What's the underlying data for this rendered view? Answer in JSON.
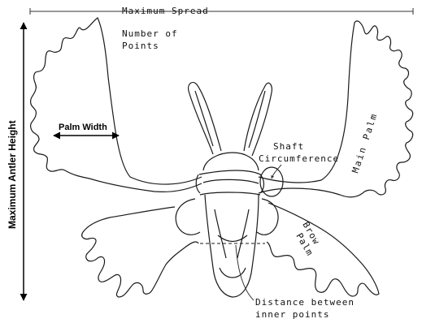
{
  "labels": {
    "maximum_spread": "Maximum Spread",
    "maximum_antler_height": "Maximum Antler Height",
    "number_of_points_line1": "Number of",
    "number_of_points_line2": "Points",
    "palm_width": "Palm Width",
    "shaft_line1": "Shaft",
    "shaft_line2": "Circumference",
    "main_palm": "Main Palm",
    "brow_palm_line1": "Brow",
    "brow_palm_line2": "Palm",
    "distance_line1": "Distance between",
    "distance_line2": "inner points"
  },
  "colors": {
    "outline": "#1a1a1a",
    "measure_arrow": "#000000"
  }
}
